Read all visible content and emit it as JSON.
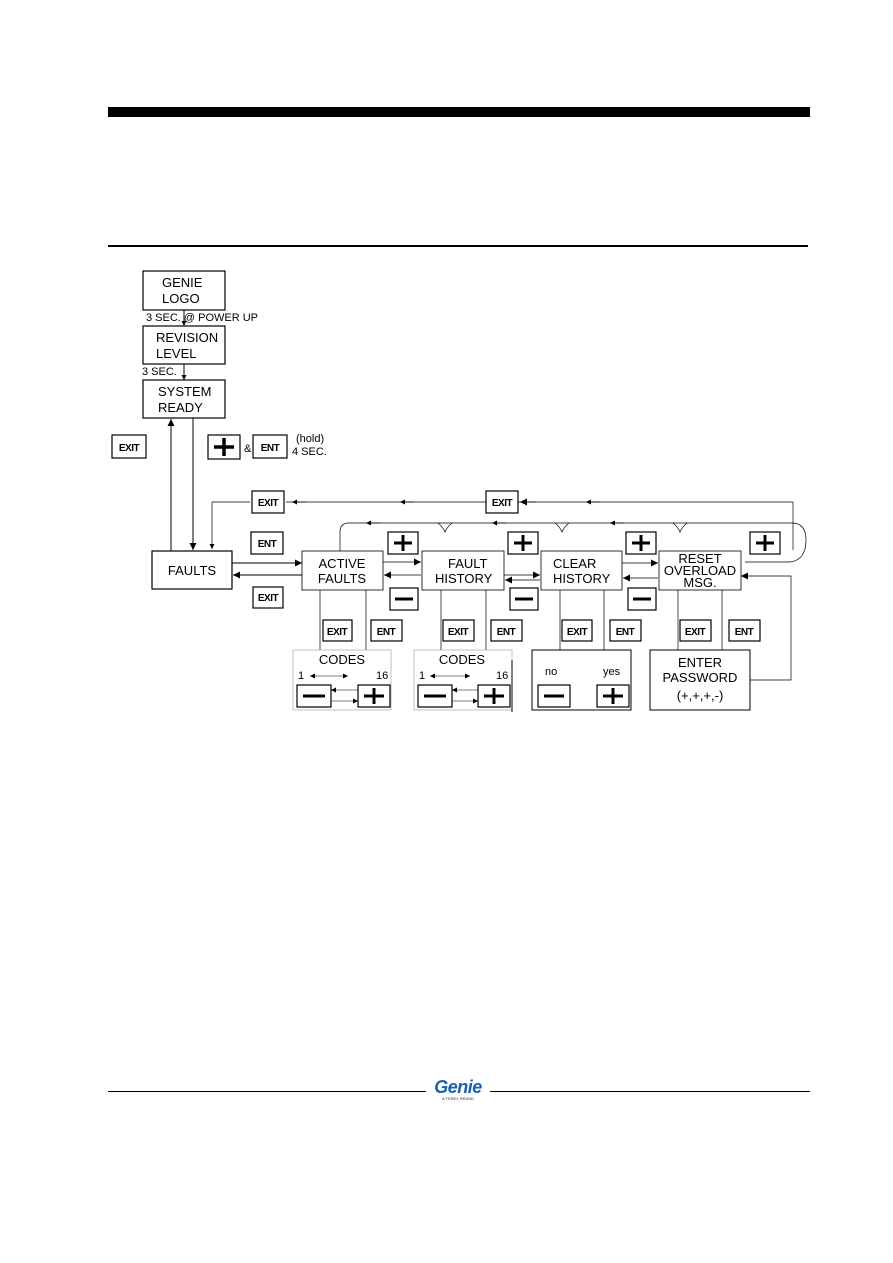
{
  "nodes": {
    "genie_logo": [
      "GENIE",
      "LOGO"
    ],
    "revision_level": [
      "REVISION",
      "LEVEL"
    ],
    "system_ready": [
      "SYSTEM",
      "READY"
    ],
    "faults": [
      "FAULTS"
    ],
    "active_faults": [
      "ACTIVE",
      "FAULTS"
    ],
    "fault_history": [
      "FAULT",
      "HISTORY"
    ],
    "clear_history": [
      "CLEAR",
      "HISTORY"
    ],
    "reset_overload": [
      "RESET",
      "OVERLOAD",
      "MSG."
    ],
    "enter_password": [
      "ENTER",
      "PASSWORD",
      "(+,+,+,-)"
    ]
  },
  "labels": {
    "power_up": "3 SEC. @ POWER UP",
    "three_sec": "3 SEC.",
    "ampersand": "&",
    "hold": "(hold)",
    "four_sec": "4 SEC.",
    "codes": "CODES",
    "code_min": "1",
    "code_max": "16",
    "no": "no",
    "yes": "yes"
  },
  "buttons": {
    "exit": "EXIT",
    "ent": "ENT",
    "plus": "+",
    "minus": "−"
  },
  "footer": {
    "brand": "Genie",
    "brand_sub": "A TEREX BRAND"
  },
  "colors": {
    "ink": "#000000",
    "brand_blue": "#1b5fae"
  }
}
